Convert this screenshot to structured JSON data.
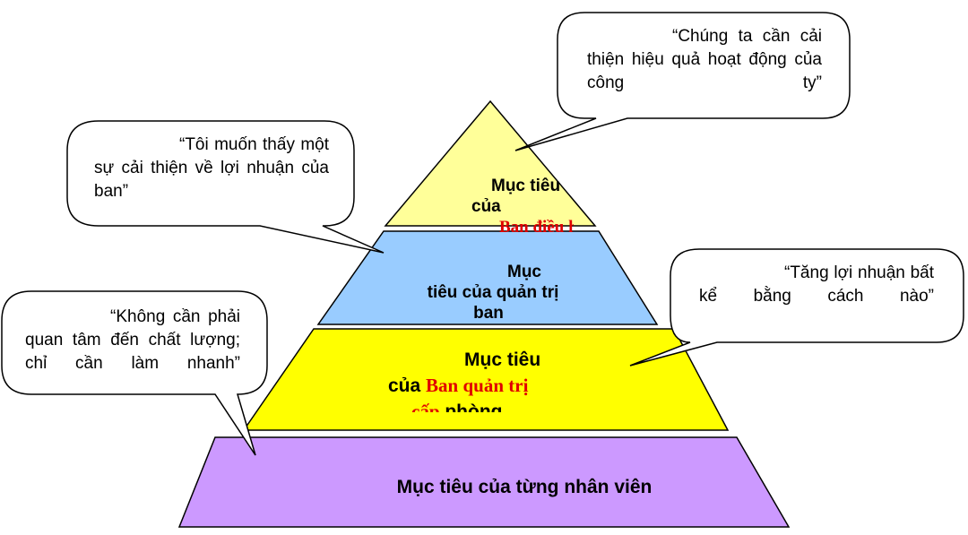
{
  "pyramid": {
    "tiers": [
      {
        "label_lines": [
          "Mục tiêu",
          "của"
        ],
        "highlight": "Ban điều hành",
        "color": "#ffff99"
      },
      {
        "label_lines": [
          "Mục",
          "tiêu của quản trị",
          "ban"
        ],
        "color": "#99ccff"
      },
      {
        "label_lines": [
          "Mục tiêu",
          "của"
        ],
        "highlight": "Ban quản trị",
        "highlight2": "cấp",
        "tail": "phòng",
        "color": "#ffff00"
      },
      {
        "label_lines": [
          "Mục tiêu của từng nhân viên"
        ],
        "color": "#cc99ff"
      }
    ]
  },
  "callouts": [
    {
      "text": "“Chúng ta cần cải thiện hiệu quả hoạt động của công ty”"
    },
    {
      "text": "“Tôi muốn thấy một sự cải thiện về lợi nhuận của ban”"
    },
    {
      "text": "“Tăng lợi nhuận bất kể bằng cách nào”"
    },
    {
      "text": "“Không cần phải quan tâm đến chất lượng; chỉ cần làm nhanh”"
    }
  ],
  "colors": {
    "highlight_text": "#e00000",
    "outline": "#000000"
  }
}
